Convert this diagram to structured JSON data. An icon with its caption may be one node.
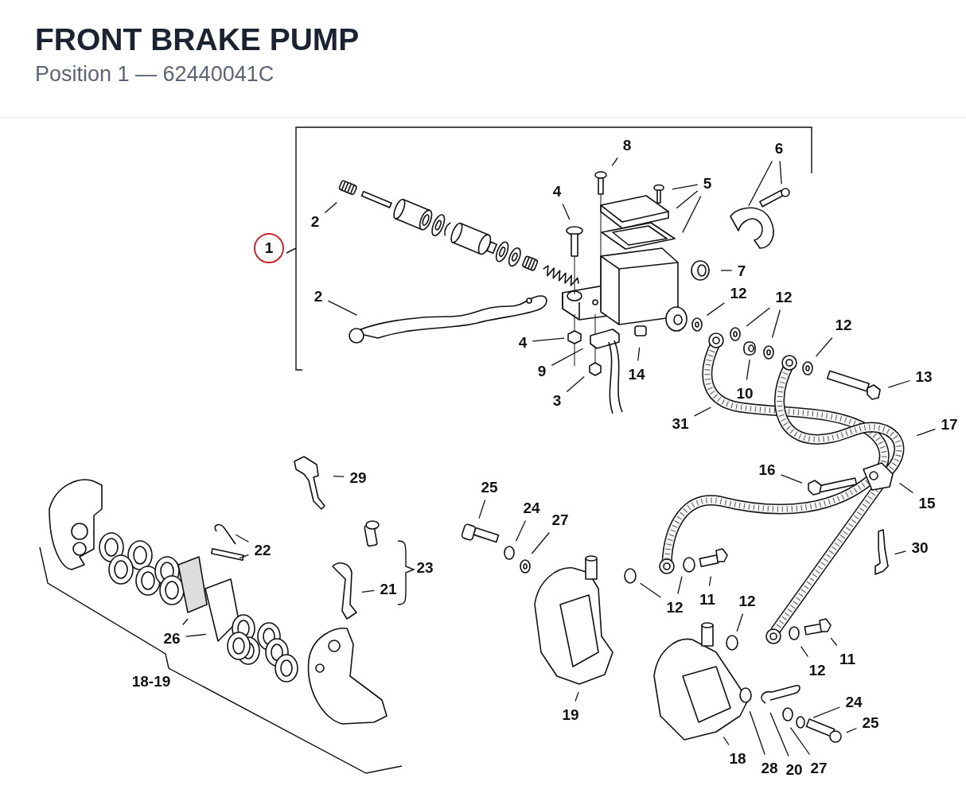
{
  "diagram": {
    "title": "FRONT BRAKE PUMP",
    "nodes": [
      {
        "text": [
          "1"
        ]
      },
      {
        "text": [
          "2"
        ]
      },
      {
        "text": [
          "8"
        ]
      },
      {
        "text": [
          "4"
        ]
      },
      {
        "text": [
          "5"
        ]
      },
      {
        "text": [
          "6"
        ]
      },
      {
        "text": [
          "7"
        ]
      },
      {
        "text": [
          "2"
        ]
      },
      {
        "text": [
          "12"
        ]
      },
      {
        "text": [
          "12"
        ]
      },
      {
        "text": [
          "12"
        ]
      },
      {
        "text": [
          "4"
        ]
      },
      {
        "text": [
          "9"
        ]
      },
      {
        "text": [
          "14"
        ]
      },
      {
        "text": [
          "10"
        ]
      },
      {
        "text": [
          "3"
        ]
      },
      {
        "text": [
          "13"
        ]
      },
      {
        "text": [
          "31"
        ]
      },
      {
        "text": [
          "17"
        ]
      },
      {
        "text": [
          "16"
        ]
      },
      {
        "text": [
          "29"
        ]
      },
      {
        "text": [
          "25"
        ]
      },
      {
        "text": [
          "24"
        ]
      },
      {
        "text": [
          "15"
        ]
      },
      {
        "text": [
          "27"
        ]
      },
      {
        "text": [
          "22"
        ]
      },
      {
        "text": [
          "30"
        ]
      },
      {
        "text": [
          "21"
        ]
      },
      {
        "text": [
          "11"
        ]
      },
      {
        "text": [
          "12"
        ]
      },
      {
        "text": [
          "12"
        ]
      },
      {
        "text": [
          "26"
        ]
      },
      {
        "text": [
          "11"
        ]
      },
      {
        "text": [
          "12"
        ]
      },
      {
        "text": [
          "19"
        ]
      },
      {
        "text": [
          "24"
        ]
      },
      {
        "text": [
          "25"
        ]
      },
      {
        "text": [
          "18"
        ]
      },
      {
        "text": [
          "28"
        ]
      },
      {
        "text": [
          "20"
        ]
      },
      {
        "text": [
          "27"
        ]
      }
    ],
    "edges": [
      {
        "from": 1,
        "to": null,
        "arrow": "none"
      },
      {
        "from": 2,
        "to": null,
        "arrow": "none"
      },
      {
        "from": 3,
        "to": null,
        "arrow": "none"
      },
      {
        "from": 4,
        "to": null,
        "arrow": "none"
      },
      {
        "from": 4,
        "to": null,
        "arrow": "none"
      },
      {
        "from": 4,
        "to": null,
        "arrow": "none"
      },
      {
        "from": 5,
        "to": null,
        "arrow": "none"
      },
      {
        "from": 5,
        "to": null,
        "arrow": "none"
      },
      {
        "from": 6,
        "to": null,
        "arrow": "none"
      },
      {
        "from": 7,
        "to": null,
        "arrow": "none"
      },
      {
        "from": 8,
        "to": null,
        "arrow": "none"
      },
      {
        "from": 9,
        "to": null,
        "arrow": "none"
      },
      {
        "from": 9,
        "to": null,
        "arrow": "none"
      },
      {
        "from": 10,
        "to": null,
        "arrow": "none"
      },
      {
        "from": 11,
        "to": null,
        "arrow": "none"
      },
      {
        "from": 12,
        "to": null,
        "arrow": "none"
      },
      {
        "from": 13,
        "to": null,
        "arrow": "none"
      },
      {
        "from": 14,
        "to": null,
        "arrow": "none"
      },
      {
        "from": 15,
        "to": null,
        "arrow": "none"
      },
      {
        "from": 16,
        "to": null,
        "arrow": "none"
      },
      {
        "from": 17,
        "to": null,
        "arrow": "none"
      },
      {
        "from": 18,
        "to": null,
        "arrow": "none"
      },
      {
        "from": 19,
        "to": null,
        "arrow": "none"
      },
      {
        "from": 20,
        "to": null,
        "arrow": "none"
      },
      {
        "from": 21,
        "to": null,
        "arrow": "none"
      },
      {
        "from": 22,
        "to": null,
        "arrow": "none"
      },
      {
        "from": 23,
        "to": null,
        "arrow": "none"
      },
      {
        "from": 24,
        "to": null,
        "arrow": "none"
      },
      {
        "from": 25,
        "to": null,
        "arrow": "none"
      },
      {
        "from": 25,
        "to": null,
        "arrow": "none"
      },
      {
        "from": 26,
        "to": null,
        "arrow": "none"
      },
      {
        "from": 27,
        "to": null,
        "arrow": "none"
      },
      {
        "from": 28,
        "to": null,
        "arrow": "none"
      },
      {
        "from": 29,
        "to": null,
        "arrow": "none"
      },
      {
        "from": 29,
        "to": null,
        "arrow": "none"
      },
      {
        "from": 30,
        "to": null,
        "arrow": "none"
      },
      {
        "from": 31,
        "to": null,
        "arrow": "none"
      },
      {
        "from": 31,
        "to": null,
        "arrow": "none"
      },
      {
        "from": 32,
        "to": null,
        "arrow": "none"
      },
      {
        "from": 33,
        "to": null,
        "arrow": "none"
      },
      {
        "from": 34,
        "to": null,
        "arrow": "none"
      },
      {
        "from": 35,
        "to": null,
        "arrow": "none"
      },
      {
        "from": 36,
        "to": null,
        "arrow": "none"
      },
      {
        "from": 37,
        "to": null,
        "arrow": "none"
      },
      {
        "from": 38,
        "to": null,
        "arrow": "none"
      },
      {
        "from": 39,
        "to": null,
        "arrow": "none"
      },
      {
        "from": 40,
        "to": null,
        "arrow": "none"
      }
    ],
    "labels": [
      "Position 1 — 62440041C",
      "23",
      "18-19"
    ]
  }
}
